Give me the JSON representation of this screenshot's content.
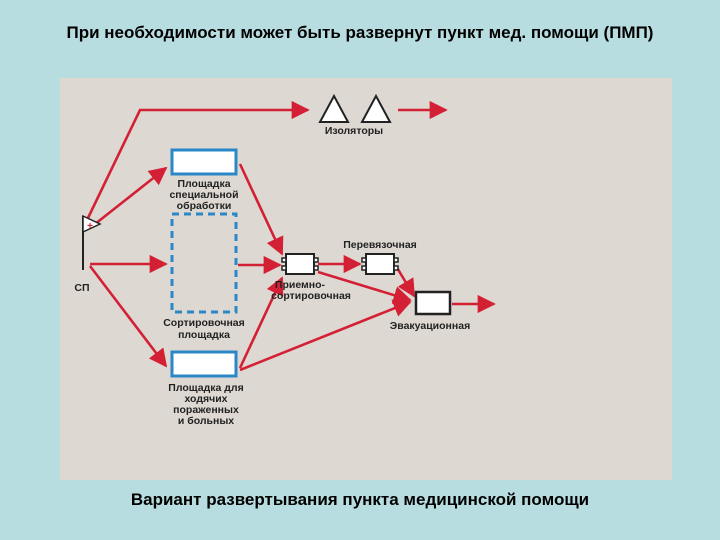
{
  "page": {
    "title": "При необходимости может быть развернут пункт мед. помощи (ПМП)",
    "caption": "Вариант развертывания пункта медицинской помощи"
  },
  "diagram": {
    "nodes": {
      "sp": {
        "label": "СП"
      },
      "isolators": {
        "label": "Изоляторы"
      },
      "special_treatment": {
        "lines": [
          "Площадка",
          "специальной",
          "обработки"
        ]
      },
      "sorting_area": {
        "lines": [
          "Сортировочная",
          "площадка"
        ]
      },
      "walking_area": {
        "lines": [
          "Площадка для",
          "ходячих",
          "пораженных",
          "и больных"
        ]
      },
      "reception": {
        "lines": [
          "Приемно-",
          "сортировочная"
        ]
      },
      "dressing": {
        "label": "Перевязочная"
      },
      "evacuation": {
        "label": "Эвакуационная"
      }
    },
    "flag_symbol": "+",
    "colors": {
      "arrow": "#d42035",
      "box_border": "#2a88c8",
      "panel_bg": "#ddd9d2",
      "page_bg": "#b8dde0"
    }
  }
}
